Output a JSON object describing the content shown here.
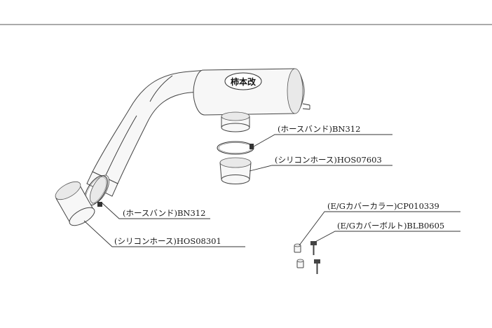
{
  "colors": {
    "line": "#333333",
    "part_fill": "#f7f7f7",
    "shade": "#e6e6e6",
    "background": "#ffffff"
  },
  "logo": {
    "text": "柿本改"
  },
  "labels": {
    "band_upper": "(ホースバンド)BN312",
    "hose_upper": "(シリコンホース)HOS07603",
    "band_lower": "(ホースバンド)BN312",
    "hose_lower": "(シリコンホース)HOS08301",
    "collar": "(E/Gカバーカラー)CP010339",
    "bolt": "(E/Gカバーボルト)BLB0605"
  }
}
